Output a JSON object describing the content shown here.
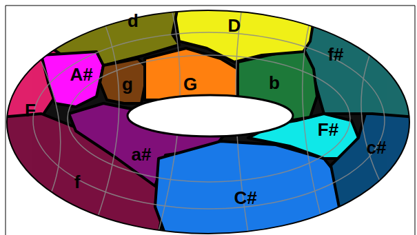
{
  "diagram": {
    "nodes": [
      {
        "text": [
          "d"
        ]
      },
      {
        "text": [
          "D"
        ]
      },
      {
        "text": [
          "A#"
        ]
      },
      {
        "text": [
          "g"
        ]
      },
      {
        "text": [
          "G"
        ]
      },
      {
        "text": [
          "b"
        ]
      },
      {
        "text": [
          "f#"
        ]
      },
      {
        "text": [
          "F"
        ]
      },
      {
        "text": [
          "F#"
        ]
      },
      {
        "text": [
          "c#"
        ]
      },
      {
        "text": [
          "a#"
        ]
      },
      {
        "text": [
          "f"
        ]
      },
      {
        "text": [
          "C#"
        ]
      }
    ]
  }
}
